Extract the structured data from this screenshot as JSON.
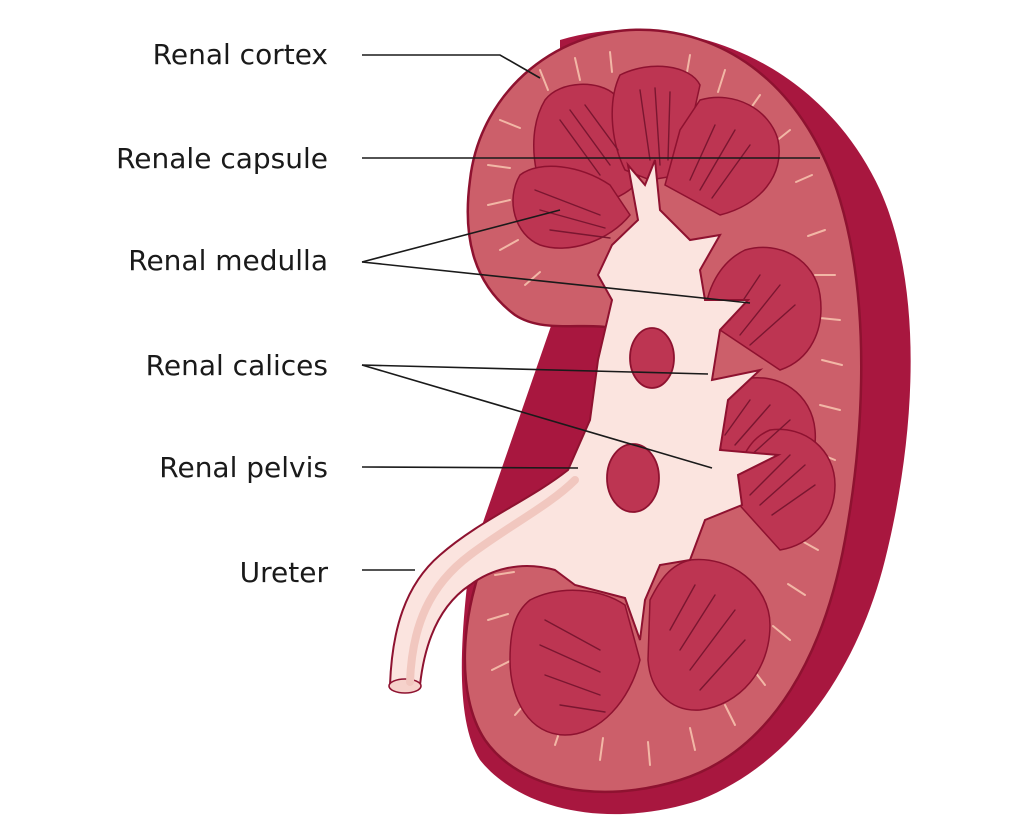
{
  "diagram": {
    "labels": {
      "renal_cortex": "Renal cortex",
      "renal_capsule": "Renale capsule",
      "renal_medulla": "Renal medulla",
      "renal_calices": "Renal calices",
      "renal_pelvis": "Renal pelvis",
      "ureter": "Ureter"
    },
    "colors": {
      "capsule": "#a8173f",
      "cortex": "#cc5f6a",
      "medulla": "#bd3552",
      "outline": "#8e1230",
      "pelvis": "#fbe4df",
      "leader": "#1a1a1a"
    }
  }
}
